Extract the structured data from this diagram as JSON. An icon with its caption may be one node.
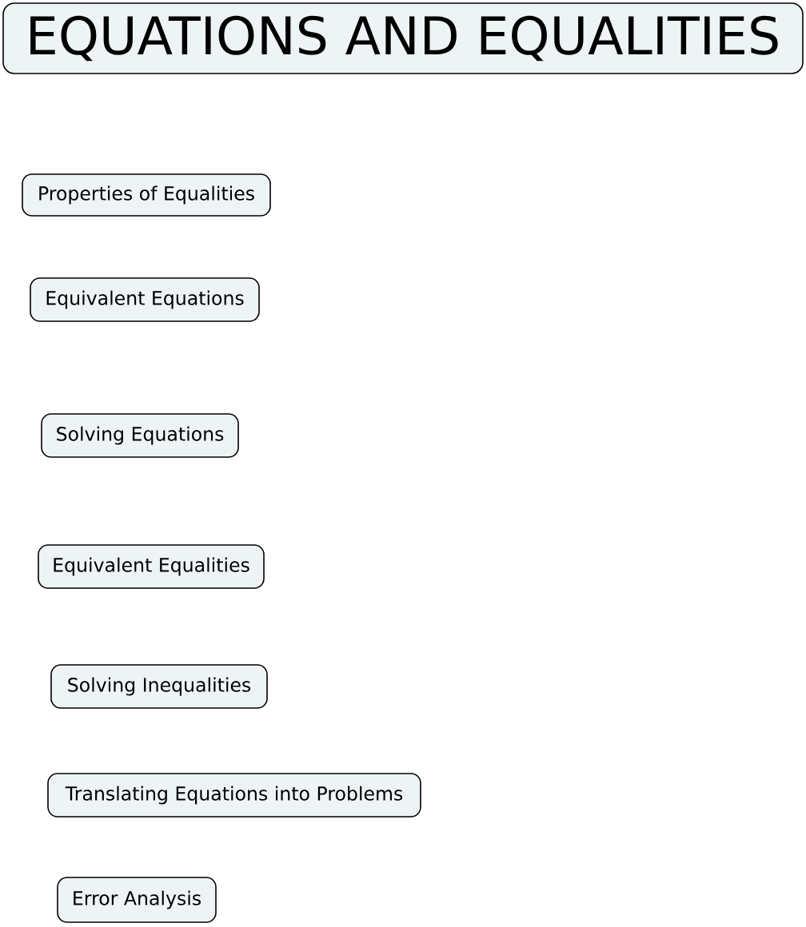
{
  "diagram": {
    "nodes": [
      {
        "text": [
          "EQUATIONS AND EQUALITIES"
        ]
      },
      {
        "text": [
          "Properties of Equalities"
        ]
      },
      {
        "text": [
          "Equivalent Equations"
        ]
      },
      {
        "text": [
          "Solving Equations"
        ]
      },
      {
        "text": [
          "Equivalent Equalities"
        ]
      },
      {
        "text": [
          "Solving Inequalities"
        ]
      },
      {
        "text": [
          "Translating Equations into Problems"
        ]
      },
      {
        "text": [
          "Error Analysis"
        ]
      }
    ]
  }
}
